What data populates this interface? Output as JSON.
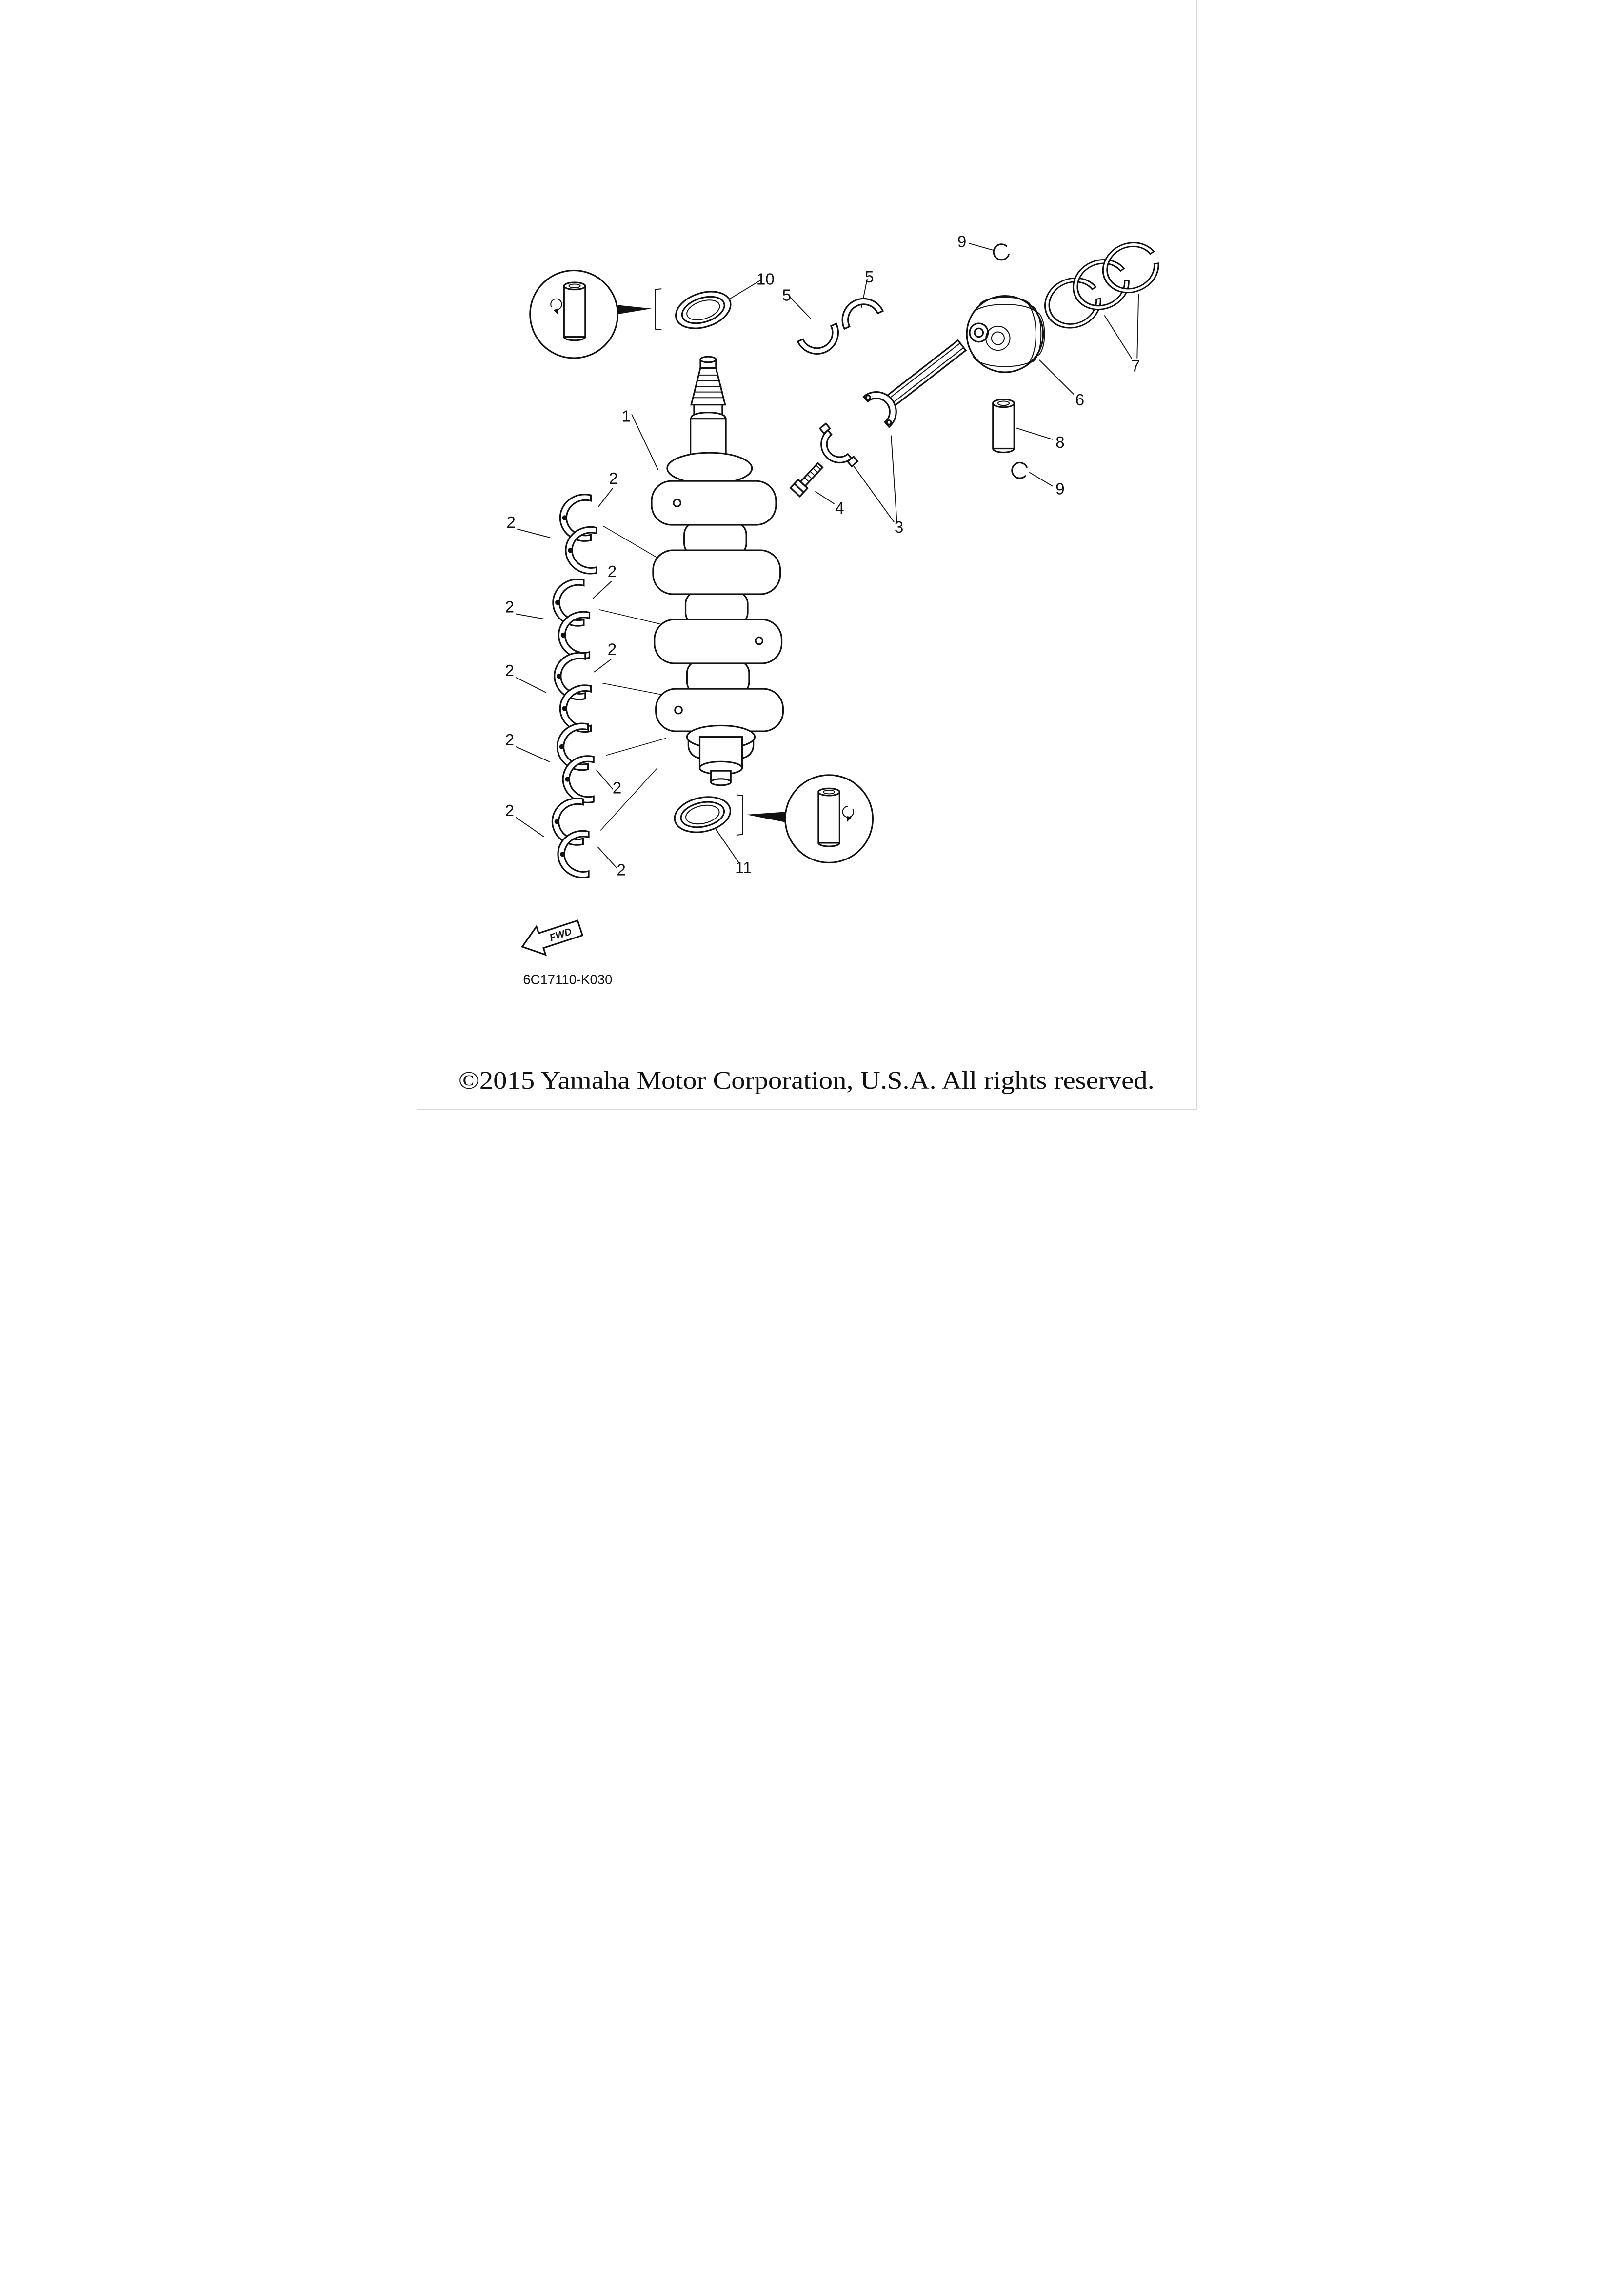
{
  "page": {
    "diagram_code": "6C17110-K030",
    "copyright": "©2015 Yamaha Motor Corporation, U.S.A. All rights reserved.",
    "fwd_label": "FWD",
    "background": "#ffffff",
    "line_color": "#111111"
  },
  "callouts": {
    "crankshaft": "1",
    "main_bearing_a": "2",
    "main_bearing_b": "2",
    "main_bearing_c": "2",
    "main_bearing_d": "2",
    "main_bearing_e": "2",
    "main_bearing_f": "2",
    "main_bearing_g": "2",
    "main_bearing_h": "2",
    "main_bearing_i": "2",
    "main_bearing_j": "2",
    "connecting_rod": "3",
    "rod_bolt": "4",
    "rod_bearing_a": "5",
    "rod_bearing_b": "5",
    "piston": "6",
    "piston_ring_set": "7",
    "piston_pin": "8",
    "pin_clip_top": "9",
    "pin_clip_bottom": "9",
    "oil_seal_top": "10",
    "oil_seal_bottom": "11"
  }
}
